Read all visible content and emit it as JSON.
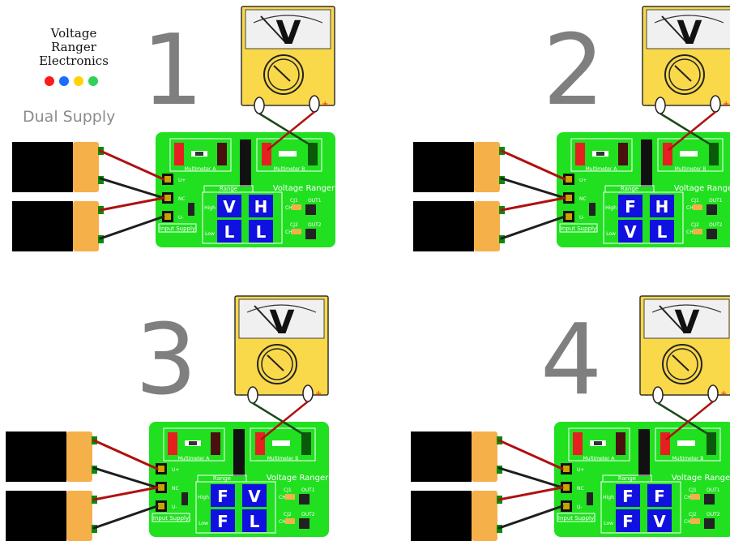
{
  "logo": {
    "lines": [
      "Voltage",
      "Ranger",
      "Electronics"
    ],
    "dot_colors": [
      "#ff1a1a",
      "#1a6dff",
      "#ffd400",
      "#2fd15a"
    ]
  },
  "subtitle": "Dual Supply",
  "colors": {
    "pcb": "#20e020",
    "pcb_dark": "#0a8a0a",
    "battery_body": "#000000",
    "battery_cap": "#f5b04a",
    "meter": "#f9d84a",
    "wire_red": "#b01010",
    "wire_black": "#1e1e1e",
    "indicator_blue": "#1010e0",
    "probe_red": "#ff2200"
  },
  "board_labels": {
    "brand": "Voltage Ranger",
    "multimeter_a": "Multimeter A",
    "multimeter_b": "Multimeter B",
    "range": "Range",
    "high": "High",
    "low": "Low",
    "input_supply": "Input Supply",
    "u_plus": "U+",
    "nc": "NC",
    "u_minus": "U-",
    "ch1": "CH1",
    "ch2": "CH2",
    "cj1": "CJ1",
    "cj2": "CJ2",
    "out1": "OUT1",
    "out2": "OUT2",
    "meter_symbol": "V",
    "probe_minus": "-",
    "probe_plus": "+"
  },
  "panels": [
    {
      "number": "1",
      "tiles": [
        "V",
        "H",
        "L",
        "L"
      ]
    },
    {
      "number": "2",
      "tiles": [
        "F",
        "H",
        "V",
        "L"
      ]
    },
    {
      "number": "3",
      "tiles": [
        "F",
        "V",
        "F",
        "L"
      ]
    },
    {
      "number": "4",
      "tiles": [
        "F",
        "F",
        "F",
        "V"
      ]
    }
  ]
}
